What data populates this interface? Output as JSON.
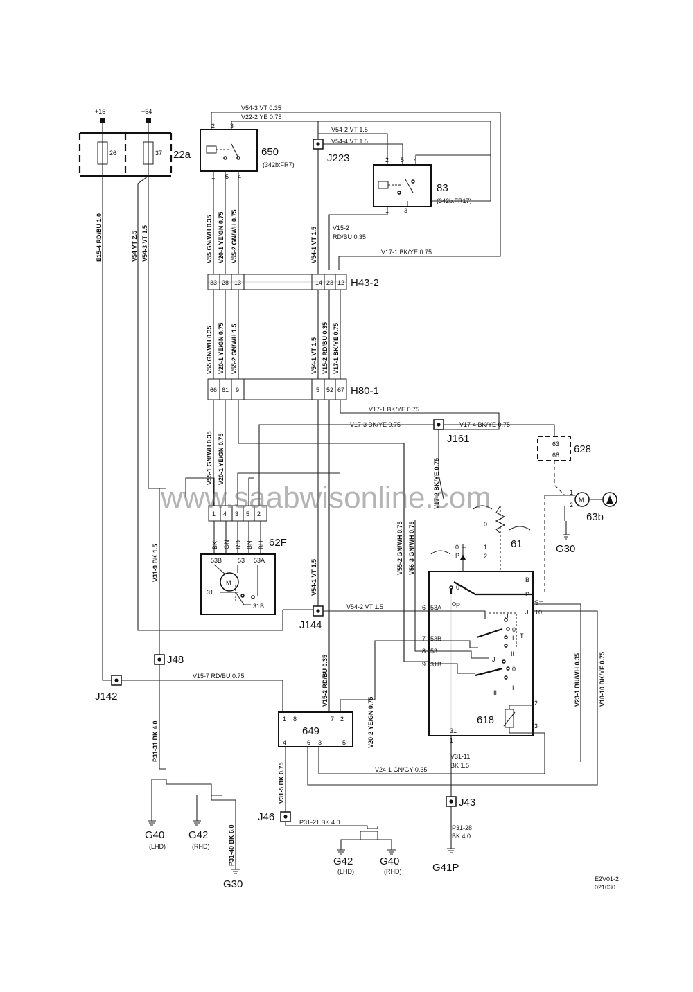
{
  "supply": {
    "plus15": "+15",
    "plus54": "+54"
  },
  "components": {
    "fusebox": {
      "id": "22a",
      "fuse1": "26",
      "fuse2": "37"
    },
    "relay650": {
      "id": "650",
      "sub": "(342b:FR7)",
      "pins": [
        "2",
        "3",
        "1",
        "5",
        "4"
      ]
    },
    "relay83": {
      "id": "83",
      "sub": "(342b:FR17)",
      "pins": [
        "2",
        "5",
        "4",
        "1",
        "3"
      ]
    },
    "h432": {
      "id": "H43-2",
      "pins": [
        "33",
        "28",
        "13",
        "14",
        "23",
        "12"
      ]
    },
    "h801": {
      "id": "H80-1",
      "pins": [
        "66",
        "61",
        "9",
        "5",
        "52",
        "67"
      ]
    },
    "c628": {
      "id": "628",
      "pins": [
        "63",
        "68"
      ]
    },
    "pump63b": {
      "id": "63b",
      "p1": "1",
      "p2": "2",
      "motor": "M"
    },
    "motor62f": {
      "id": "62F",
      "pins": [
        "1",
        "4",
        "3",
        "5",
        "2"
      ],
      "colors": [
        "BK",
        "GN",
        "RD",
        "BN",
        "BU"
      ],
      "t53b": "53B",
      "t53": "53",
      "t53a": "53A",
      "t31": "31",
      "t31b": "31B",
      "motor": "M"
    },
    "switch61": {
      "id": "61",
      "pins": [
        "B",
        "P",
        "J",
        "10",
        "5",
        "6",
        "53A",
        "7",
        "53B",
        "8",
        "53",
        "9",
        "31B",
        "31",
        "1",
        "2",
        "3"
      ],
      "pos": [
        "0",
        "1",
        "2",
        "P",
        "J",
        "0",
        "I",
        "T",
        "II",
        "I",
        "II"
      ]
    },
    "unit618": {
      "id": "618"
    },
    "ecu649": {
      "id": "649",
      "pins": [
        "1",
        "8",
        "7",
        "2",
        "4",
        "6",
        "3",
        "5"
      ]
    }
  },
  "junctions": [
    "J223",
    "J161",
    "J144",
    "J48",
    "J142",
    "J46",
    "J43"
  ],
  "grounds": {
    "g30a": "G30",
    "g40a": "G40",
    "g40a_sub": "(LHD)",
    "g42a": "G42",
    "g42a_sub": "(RHD)",
    "g30b": "G30",
    "g42b": "G42",
    "g42b_sub": "(LHD)",
    "g40b": "G40",
    "g40b_sub": "(RHD)",
    "g41p": "G41P"
  },
  "wires": {
    "v543": "V54-3  VT  0.35",
    "v222": "V22-2  YE  0.75",
    "v542": "V54-2  VT  1.5",
    "v544": "V54-4  VT  1.5",
    "v152a": "V15-2",
    "v152b": "RD/BU  0.35",
    "v171": "V17-1  BK/YE  0.75",
    "e154": "E15-4  RD/BU  1.0",
    "v54": "V54  VT  2.5",
    "v543v": "V54-3  VT  1.5",
    "v55": "V55  GN/WH  0.35",
    "v201": "V20-1  YE/GN  0.75",
    "v552": "V55-2  GN/WH  0.75",
    "v541": "V54-1  VT  1.5",
    "v552b": "V55-2  GN/WH  1.5",
    "v152v": "V15-2  RD/BU  0.35",
    "v171v": "V17-1  BK/YE  0.75",
    "v171h": "V17-1  BK/YE  0.75",
    "v173": "V17-3  BK/YE  0.75",
    "v174": "V17-4  BK/YE  0.75",
    "v172": "V17-2  BK/YE  0.75",
    "v551": "V55-1  GN/WH  0.35",
    "v201b": "V20-1  YE/GN  0.75",
    "v319": "V31-9  BK  1.5",
    "v541b": "V54-1  VT  1.5",
    "v552c": "V55-2  GN/WH  0.75",
    "v563": "V56-3  GN/WH  0.75",
    "v542b": "V54-2  VT  1.5",
    "v157": "V15-7  RD/BU  0.75",
    "v152c": "V15-2  RD/BU  0.35",
    "v202": "V20-2  YE/GN  0.75",
    "v231": "V23-1  BU/WH  0.35",
    "v1810": "V18-10  BK/YE  0.75",
    "p3131": "P31-31  BK  4.0",
    "v315": "V31-5  BK  0.75",
    "v241": "V24-1  GN/GY  0.35",
    "v3111a": "V31-11",
    "v3111b": "BK  1.5",
    "p3140": "P31-40  BK  6.0",
    "p3121": "P31-21  BK  4.0",
    "p3128a": "P31-28",
    "p3128b": "BK  4.0"
  },
  "watermark": "www.saabwisonline.com",
  "footer": {
    "code": "E2V01-2",
    "date": "021030"
  }
}
